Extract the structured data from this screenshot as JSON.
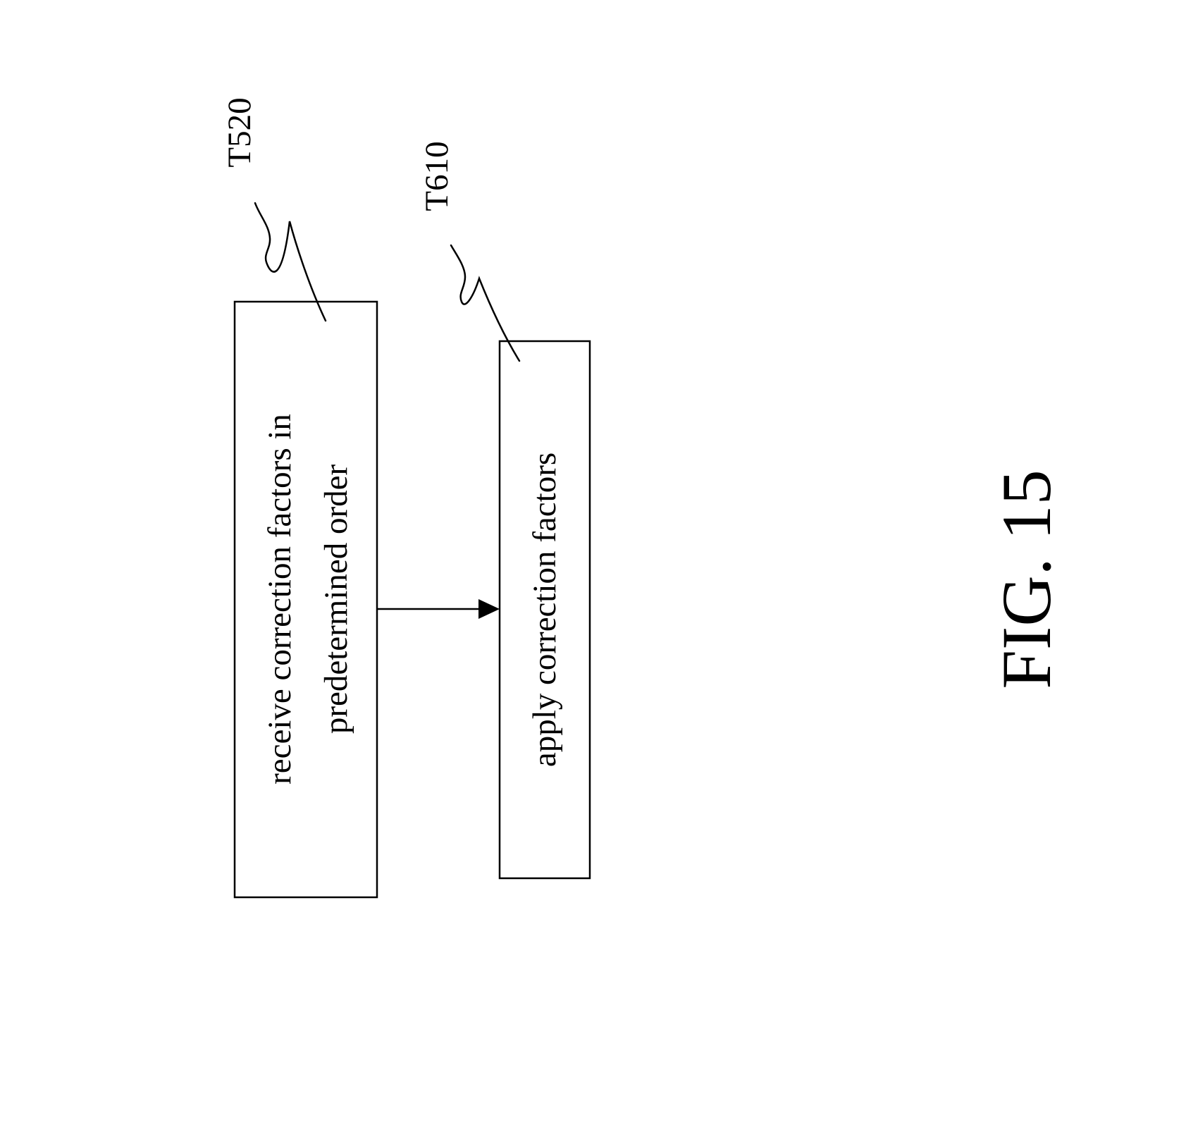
{
  "figure": {
    "caption": "FIG. 15"
  },
  "steps": [
    {
      "ref": "T520",
      "lines": [
        "receive correction factors in",
        "predetermined order"
      ]
    },
    {
      "ref": "T610",
      "lines": [
        "apply correction factors"
      ]
    }
  ],
  "colors": {
    "ink": "#000000",
    "background": "#ffffff"
  }
}
